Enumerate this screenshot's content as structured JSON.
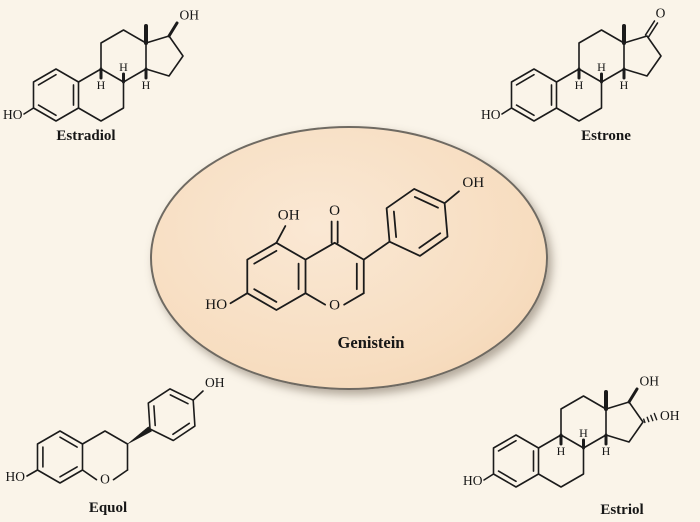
{
  "background_color": "#faf4e9",
  "ellipse": {
    "fill_center": "#fae8d4",
    "fill_edge": "#f2d3b1",
    "border_color": "#6f6a62"
  },
  "line_color": "#1b1b1b",
  "labels": {
    "hydroxyl": "OH",
    "hydroxyl_rev": "HO",
    "oxygen": "O",
    "hydrogen": "H"
  },
  "molecules": {
    "estradiol": {
      "name": "Estradiol"
    },
    "estrone": {
      "name": "Estrone"
    },
    "genistein": {
      "name": "Genistein"
    },
    "equol": {
      "name": "Equol"
    },
    "estriol": {
      "name": "Estriol"
    }
  }
}
